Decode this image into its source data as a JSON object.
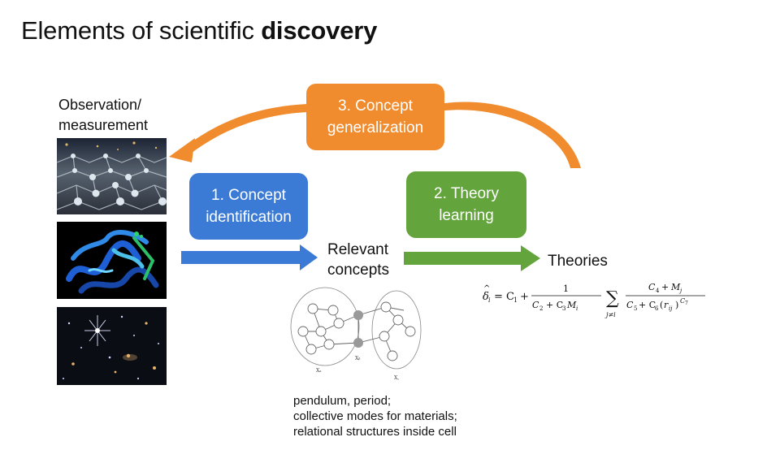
{
  "title": {
    "prefix": "Elements of scientific ",
    "emph": "discovery"
  },
  "observation": {
    "line1": "Observation/",
    "line2": "measurement"
  },
  "steps": {
    "identification": {
      "line1": "1. Concept",
      "line2": "identification"
    },
    "learning": {
      "line1": "2. Theory",
      "line2": "learning"
    },
    "generalization": {
      "line1": "3. Concept",
      "line2": "generalization"
    }
  },
  "relevant_concepts": {
    "line1": "Relevant",
    "line2": "concepts"
  },
  "theories": "Theories",
  "graph_labels": {
    "left": "Xₐ",
    "middle": "Xᵦ",
    "right": "X꜀"
  },
  "examples": [
    "pendulum, period;",
    "collective modes for materials;",
    "relational structures inside cell"
  ],
  "colors": {
    "blue": "#3b7bd6",
    "green": "#63a43c",
    "orange": "#f08c2e"
  }
}
